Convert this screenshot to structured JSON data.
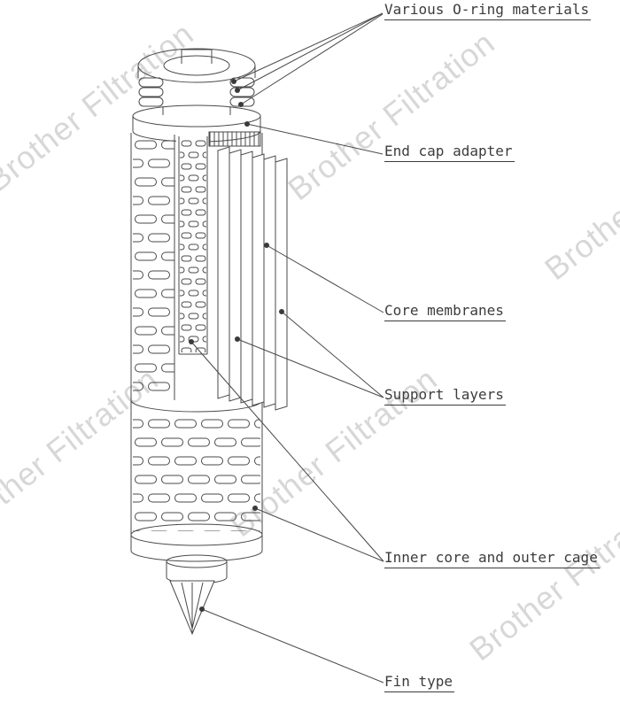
{
  "colors": {
    "background": "#ffffff",
    "line": "#4a4a4a",
    "dot": "#3a3a3a",
    "watermark": "#d7d7d7"
  },
  "watermark": {
    "text": "Brother Filtration"
  },
  "labels": {
    "oring": "Various O-ring materials",
    "endcap": "End cap adapter",
    "membranes": "Core membranes",
    "support": "Support layers",
    "core_cage": "Inner core and outer cage",
    "fin": "Fin type"
  }
}
